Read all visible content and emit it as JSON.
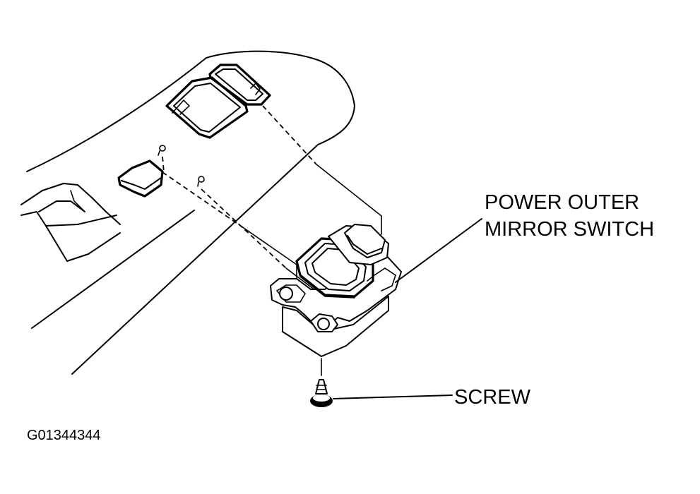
{
  "labels": {
    "switch": [
      "POWER OUTER",
      "MIRROR SWITCH"
    ],
    "screw": "SCREW",
    "figure_code": "G01344344"
  }
}
